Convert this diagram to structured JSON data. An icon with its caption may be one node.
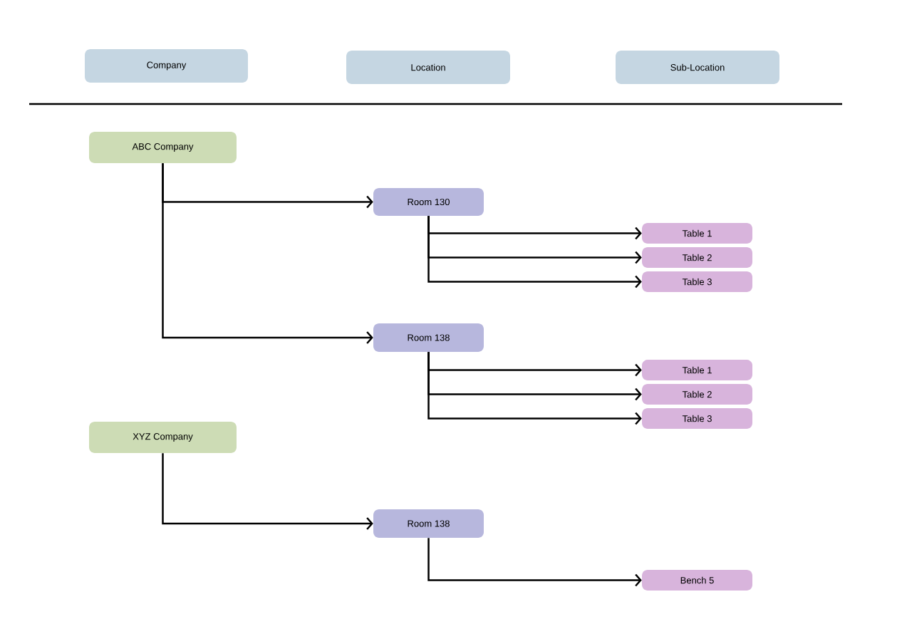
{
  "diagram": {
    "nodes": [
      {
        "text": [
          "Company"
        ]
      },
      {
        "text": [
          "Location"
        ]
      },
      {
        "text": [
          "Sub-Location"
        ]
      },
      {
        "text": [
          "ABC Company"
        ]
      },
      {
        "text": [
          "Room 130"
        ]
      },
      {
        "text": [
          "Table 1"
        ]
      },
      {
        "text": [
          "Table 2"
        ]
      },
      {
        "text": [
          "Table 3"
        ]
      },
      {
        "text": [
          "Room 138"
        ]
      },
      {
        "text": [
          "Table 1"
        ]
      },
      {
        "text": [
          "Table 2"
        ]
      },
      {
        "text": [
          "Table 3"
        ]
      },
      {
        "text": [
          "XYZ Company"
        ]
      },
      {
        "text": [
          "Room 138"
        ]
      },
      {
        "text": [
          "Bench 5"
        ]
      }
    ],
    "edges": [
      {
        "from": 3,
        "to": 4,
        "arrow": "to"
      },
      {
        "from": 3,
        "to": 8,
        "arrow": "to"
      },
      {
        "from": 4,
        "to": 5,
        "arrow": "to"
      },
      {
        "from": 4,
        "to": 6,
        "arrow": "to"
      },
      {
        "from": 4,
        "to": 7,
        "arrow": "to"
      },
      {
        "from": 8,
        "to": 9,
        "arrow": "to"
      },
      {
        "from": 8,
        "to": 10,
        "arrow": "to"
      },
      {
        "from": 8,
        "to": 11,
        "arrow": "to"
      },
      {
        "from": 12,
        "to": 13,
        "arrow": "to"
      },
      {
        "from": 13,
        "to": 14,
        "arrow": "to"
      }
    ]
  }
}
